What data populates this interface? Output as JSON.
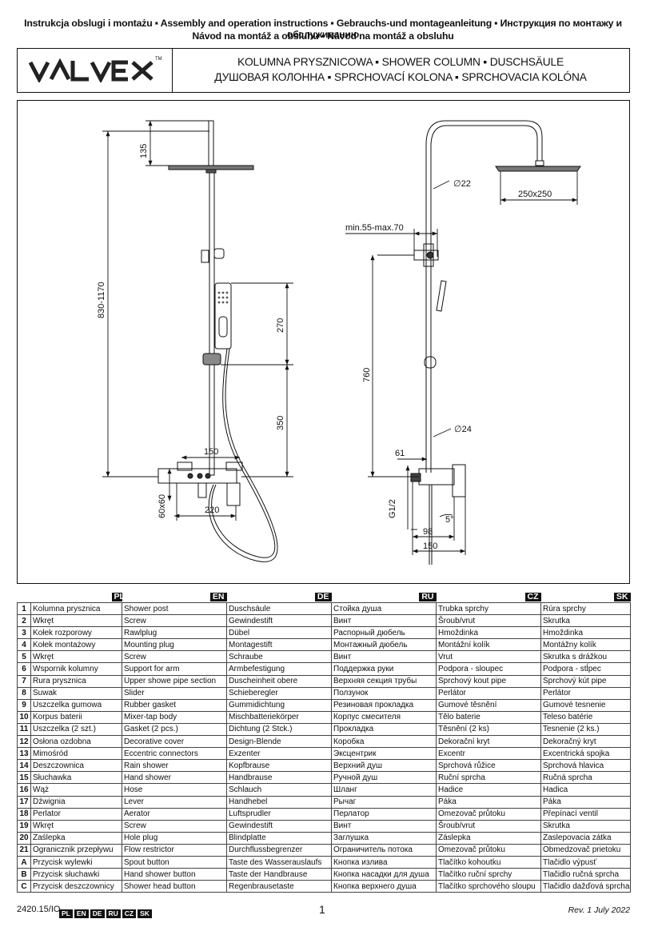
{
  "header": {
    "line1": "Instrukcja obslugi i montażu ▪ Assembly and operation instructions ▪ Gebrauchs-und montageanleitung ▪ Инструкция по монтажу и обслуживанию",
    "line2": "Návod na montáž a obsluhu ▪ Návod na montáž a obsluhu"
  },
  "logo": {
    "text": "VALVEX",
    "tm": "TM"
  },
  "title": {
    "line1": "KOLUMNA PRYSZNICOWA ▪ SHOWER COLUMN ▪ DUSCHSÄULE",
    "line2": "ДУШОВАЯ КОЛОННА ▪ SPRCHOVACÍ KOLONA ▪ SPRCHOVACIA KOLÓNA"
  },
  "dimensions": {
    "d135": "135",
    "d830": "830-1170",
    "d270": "270",
    "d350": "350",
    "d150top": "150",
    "d60": "60x60",
    "d220": "220",
    "phi22": "∅22",
    "d250": "250x250",
    "dmin": "min.55-max.70",
    "d760": "760",
    "phi24": "∅24",
    "d61": "61",
    "dg12": "G1/2",
    "d5": "5°",
    "d98": "98",
    "d150bot": "150"
  },
  "languages": [
    "PL",
    "EN",
    "DE",
    "RU",
    "CZ",
    "SK"
  ],
  "parts": [
    {
      "n": "1",
      "pl": "Kolumna prysznica",
      "en": "Shower post",
      "de": "Duschsäule",
      "ru": "Стойка душа",
      "cz": "Trubka sprchy",
      "sk": "Rúra sprchy"
    },
    {
      "n": "2",
      "pl": "Wkręt",
      "en": "Screw",
      "de": "Gewindestift",
      "ru": "Винт",
      "cz": "Šroub/vrut",
      "sk": "Skrutka"
    },
    {
      "n": "3",
      "pl": "Kołek rozporowy",
      "en": "Rawlplug",
      "de": "Dübel",
      "ru": "Распорный дюбель",
      "cz": "Hmoždinka",
      "sk": "Hmoždinka"
    },
    {
      "n": "4",
      "pl": "Kołek montażowy",
      "en": "Mounting plug",
      "de": "Montagestift",
      "ru": "Монтажный дюбель",
      "cz": "Montážní kolík",
      "sk": "Montážny kolík"
    },
    {
      "n": "5",
      "pl": "Wkręt",
      "en": "Screw",
      "de": "Schraube",
      "ru": "Винт",
      "cz": "Vrut",
      "sk": "Skrutka s drážkou"
    },
    {
      "n": "6",
      "pl": "Wspornik kolumny",
      "en": "Support for arm",
      "de": "Armbefestigung",
      "ru": "Поддержка руки",
      "cz": "Podpora - sloupec",
      "sk": "Podpora - stĺpec"
    },
    {
      "n": "7",
      "pl": "Rura prysznica",
      "en": "Upper showe pipe section",
      "de": "Duscheinheit obere",
      "ru": "Верхняя секция трубы",
      "cz": "Sprchový kout pipe",
      "sk": "Sprchový kút pipe"
    },
    {
      "n": "8",
      "pl": "Suwak",
      "en": "Slider",
      "de": "Schieberegler",
      "ru": "Ползунок",
      "cz": "Perlátor",
      "sk": "Perlátor"
    },
    {
      "n": "9",
      "pl": "Uszczelka gumowa",
      "en": "Rubber gasket",
      "de": "Gummidichtung",
      "ru": "Резиновая прокладка",
      "cz": "Gumové těsnění",
      "sk": "Gumové tesnenie"
    },
    {
      "n": "10",
      "pl": "Korpus baterii",
      "en": "Mixer-tap body",
      "de": "Mischbatteriekörper",
      "ru": "Корпус смесителя",
      "cz": "Tělo baterie",
      "sk": "Teleso batérie"
    },
    {
      "n": "11",
      "pl": "Uszczelka (2 szt.)",
      "en": "Gasket (2 pcs.)",
      "de": "Dichtung (2 Stck.)",
      "ru": "Прокладка",
      "cz": "Těsnění (2 ks)",
      "sk": "Tesnenie (2 ks.)"
    },
    {
      "n": "12",
      "pl": "Osłona ozdobna",
      "en": "Decorative cover",
      "de": "Design-Blende",
      "ru": "Коробка",
      "cz": "Dekorační kryt",
      "sk": "Dekoračný kryt"
    },
    {
      "n": "13",
      "pl": "Mimośród",
      "en": "Eccentric connectors",
      "de": "Exzenter",
      "ru": "Эксцентрик",
      "cz": "Excentr",
      "sk": "Excentrická spojka"
    },
    {
      "n": "14",
      "pl": "Deszczownica",
      "en": "Rain shower",
      "de": "Kopfbrause",
      "ru": "Верхний душ",
      "cz": "Sprchová růžice",
      "sk": "Sprchová hlavica"
    },
    {
      "n": "15",
      "pl": "Słuchawka",
      "en": "Hand shower",
      "de": "Handbrause",
      "ru": "Ручной душ",
      "cz": "Ruční sprcha",
      "sk": "Ručná sprcha"
    },
    {
      "n": "16",
      "pl": "Wąż",
      "en": "Hose",
      "de": "Schlauch",
      "ru": "Шланг",
      "cz": "Hadice",
      "sk": "Hadica"
    },
    {
      "n": "17",
      "pl": "Dźwignia",
      "en": "Lever",
      "de": "Handhebel",
      "ru": "Рычаг",
      "cz": "Páka",
      "sk": "Páka"
    },
    {
      "n": "18",
      "pl": "Perlator",
      "en": "Aerator",
      "de": "Luftsprudler",
      "ru": "Перлатор",
      "cz": "Omezovač průtoku",
      "sk": "Přepínací ventil"
    },
    {
      "n": "19",
      "pl": "Wkręt",
      "en": "Screw",
      "de": "Gewindestift",
      "ru": "Винт",
      "cz": "Šroub/vrut",
      "sk": "Skrutka"
    },
    {
      "n": "20",
      "pl": "Zaślepka",
      "en": "Hole plug",
      "de": "Blindplatte",
      "ru": "Заглушка",
      "cz": "Záslepka",
      "sk": "Zaslepovacia zátka"
    },
    {
      "n": "21",
      "pl": "Ogranicznik przepływu",
      "en": "Flow restrictor",
      "de": "Durchflussbegrenzer",
      "ru": "Ограничитель потока",
      "cz": "Omezovač průtoku",
      "sk": "Obmedzovač prietoku"
    },
    {
      "n": "A",
      "pl": "Przycisk wylewki",
      "en": "Spout button",
      "de": "Taste des Wasserauslaufs",
      "ru": "Кнопка излива",
      "cz": "Tlačítko kohoutku",
      "sk": "Tlačidlo výpusť"
    },
    {
      "n": "B",
      "pl": "Przycisk słuchawki",
      "en": "Hand shower button",
      "de": "Taste der Handbrause",
      "ru": "Кнопка насадки для душа",
      "cz": "Tlačítko ruční sprchy",
      "sk": "Tlačidlo ručná sprcha"
    },
    {
      "n": "C",
      "pl": "Przycisk deszczownicy",
      "en": "Shower head button",
      "de": "Regenbrausetaste",
      "ru": "Кнопка верхнего душа",
      "cz": "Tlačítko sprchového sloupu",
      "sk": "Tlačidlo dažďová sprcha"
    }
  ],
  "footer": {
    "code": "2420.15/IO",
    "langs": [
      "PL",
      "EN",
      "DE",
      "RU",
      "CZ",
      "SK"
    ],
    "page": "1",
    "rev": "Rev. 1 July 2022"
  }
}
